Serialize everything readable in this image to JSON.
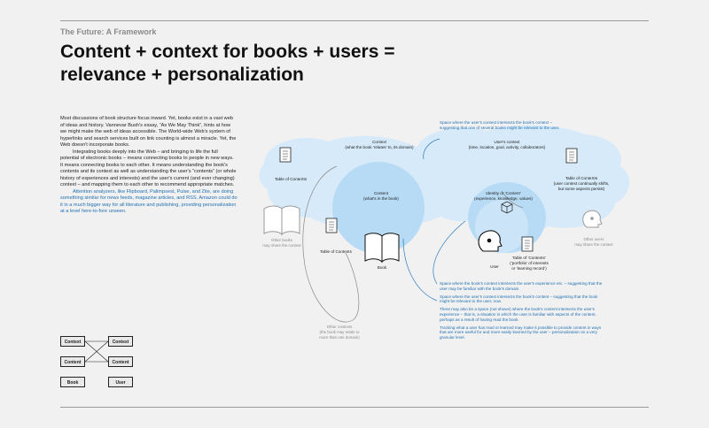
{
  "header": {
    "eyebrow": "The Future: A Framework",
    "title_line1": "Content + context for books + users =",
    "title_line2": "relevance + personalization"
  },
  "body": {
    "p1": "Most discussions of book structure focus inward. Yet, books exist in a vast web of ideas and history. Vannevar Bush's essay, “As We May Think”, hints at how we might make the web of ideas accessible. The World-wide Web's system of hyperlinks and search services built on link counting is almost a miracle. Yet, the Web doesn't incorporate books.",
    "p2": "Integrating books deeply into the Web – and bringing to life the full potential of electronic books – means connecting books to people in new ways. It means connecting books to each other. It means understanding the book's contents and its context as well as understanding the user's “contents” (or whole history of experiences and interests) and the user's current (and ever changing) context – and mapping them to each other to recommend appropriate matches.",
    "p3": "Attention analyzers, like Flipboard, Palimpsest, Pulse, and Zite, are doing something similar for news feeds, magazine articles, and RSS. Amazon could do it in a much bigger way for all literature and publishing, providing personalization at a level here-to-fore unseen."
  },
  "diagram": {
    "context_title": "Context",
    "context_sub": "(what the book ‘relates’ to, its domain)",
    "content_title": "Content",
    "content_sub": "(what's in the book)",
    "user_context_title": "User's context",
    "user_context_sub": "(time, location, goal, activity, collaborators)",
    "toc_left": "Table of ConteXts",
    "toc_contents": "Table of Contents",
    "book": "Book",
    "toc_right_title": "Table of ConteXts",
    "toc_right_sub1": "(user context continually shifts,",
    "toc_right_sub2": "but some aspects persist)",
    "identity_title": "Identity or ‘Content’",
    "identity_sub": "(experience, knowledge, values)",
    "user": "User",
    "toc_user1": "Table of ‘Contents’",
    "toc_user2": "(‘portfolio’ of interests",
    "toc_user3": "or ‘learning record’)",
    "other_books1": "Other books",
    "other_books2": "may share the context",
    "other_users1": "Other users",
    "other_users2": "may share the context",
    "other_contexts1": "Other contexts",
    "other_contexts2": "(the book may relate to",
    "other_contexts3": "more than one domain)"
  },
  "notes": {
    "top1": "Space where the user's context intersects the book's context –",
    "top2": "suggesting that one of several books might be relevant to the user.",
    "n1": "Space where the book's context intersects the user's experience etc. – suggesting that the user may be familiar with the book's domain.",
    "n2": "Space where the user's context intersects the book's content – suggesting that the book might be relevant to the user, now.",
    "n3": "There may also be a space (not shown) where the book's content intersects the user's experience – that is, a situation in which the user is familiar with aspects of the content, perhaps as a result of having read the book.",
    "n4": "Tracking what a user has read or learned may make it possible to provide content in ways that are more useful for and more easily learned by the user – personalization on a very granular level."
  },
  "mini_diagram": {
    "left_top": "Context",
    "left_mid": "Content",
    "left_bottom": "Book",
    "right_top": "Context",
    "right_mid": "Content",
    "right_bottom": "User"
  },
  "colors": {
    "blue_text": "#1f6fb0",
    "cloud_light": "#d6eaf9",
    "cloud_mid": "#b7dbf5",
    "accent_blue": "#2a79c0"
  }
}
